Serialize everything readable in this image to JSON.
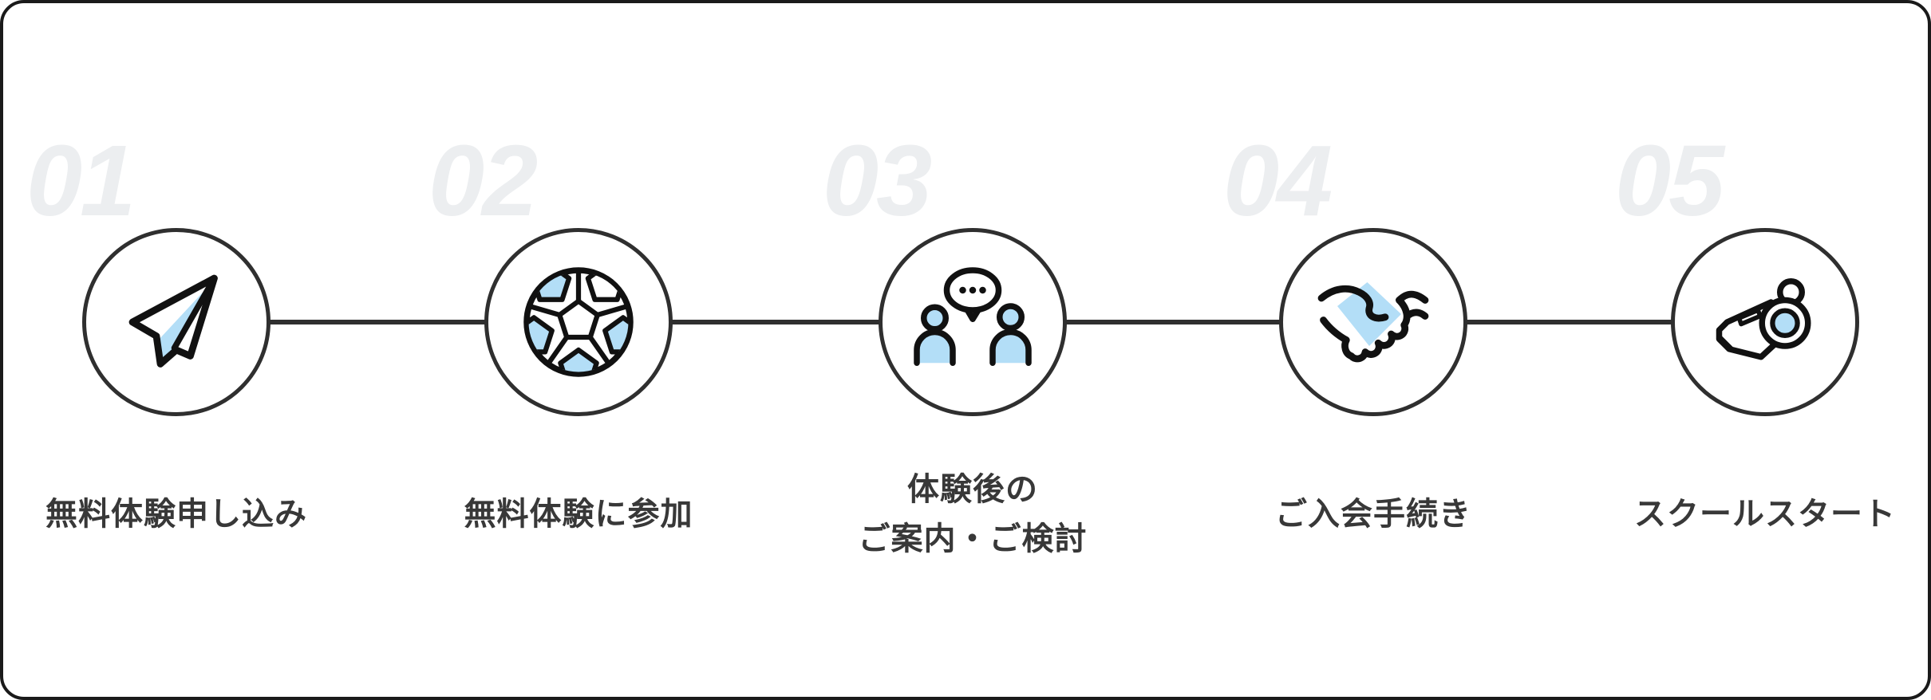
{
  "colors": {
    "accent_blue": "#b3def7",
    "icon_outline": "#111111",
    "circle_and_line": "#2f2f2f",
    "ghost_number": "#eceef0",
    "label_text": "#383838",
    "card_border": "#1a1a1a",
    "card_background": "#ffffff"
  },
  "steps": [
    {
      "number": "01",
      "label": "無料体験申し込み",
      "icon": "paper-plane-icon"
    },
    {
      "number": "02",
      "label": "無料体験に参加",
      "icon": "soccer-ball-icon"
    },
    {
      "number": "03",
      "label": "体験後の\nご案内・ご検討",
      "icon": "conversation-icon"
    },
    {
      "number": "04",
      "label": "ご入会手続き",
      "icon": "handshake-icon"
    },
    {
      "number": "05",
      "label": "スクールスタート",
      "icon": "whistle-icon"
    }
  ]
}
